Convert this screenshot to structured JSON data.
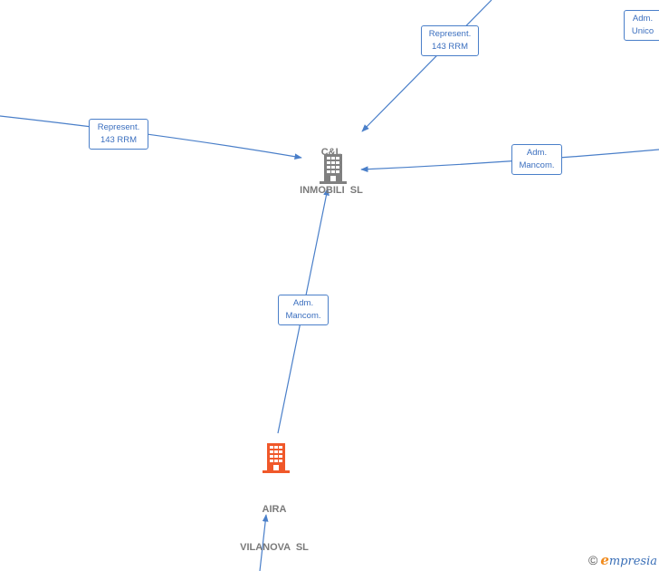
{
  "nodes": {
    "cl": {
      "name_line1": "C&L",
      "name_line2": "INMOBILI  SL",
      "icon": "building-icon",
      "color": "#808080"
    },
    "aira": {
      "name_line1": "AIRA",
      "name_line2": "VILANOVA  SL",
      "icon": "building-icon",
      "color": "#f0582a"
    }
  },
  "edges": [
    {
      "line1": "Represent.",
      "line2": "143 RRM"
    },
    {
      "line1": "Represent.",
      "line2": "143 RRM"
    },
    {
      "line1": "Adm.",
      "line2": "Mancom."
    },
    {
      "line1": "Adm.",
      "line2": "Mancom."
    },
    {
      "line1": "Adm.",
      "line2": "Unico"
    }
  ],
  "colors": {
    "edge": "#4a7fc9",
    "label_text": "#3b6fbf"
  },
  "footer": {
    "copyright": "©",
    "brand_initial": "e",
    "brand_rest": "mpresia"
  }
}
